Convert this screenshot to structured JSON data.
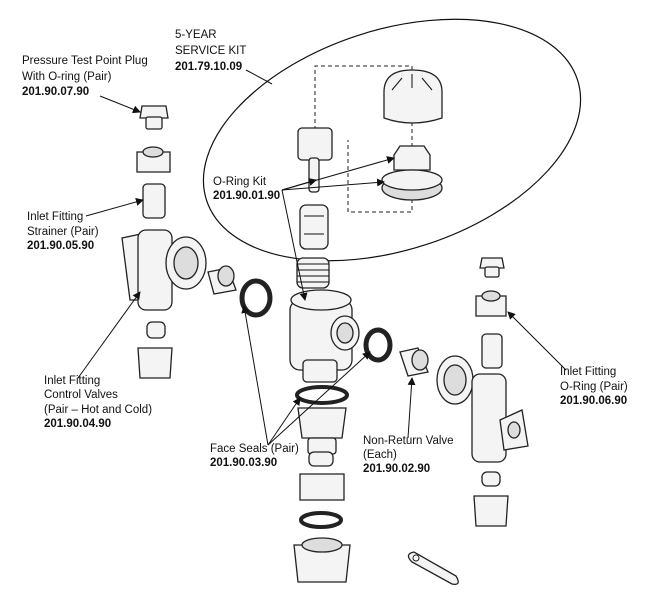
{
  "labels": {
    "service_kit": {
      "line1": "5-YEAR",
      "line2": "SERVICE KIT",
      "code": "201.79.10.09"
    },
    "pressure_plug": {
      "line1": "Pressure Test Point Plug",
      "line2": "With O-ring (Pair)",
      "code": "201.90.07.90"
    },
    "oring_kit": {
      "line1": "O-Ring Kit",
      "code": "201.90.01.90"
    },
    "strainer": {
      "line1": "Inlet Fitting",
      "line2": "Strainer (Pair)",
      "code": "201.90.05.90"
    },
    "control_valves": {
      "line1": "Inlet Fitting",
      "line2": "Control Valves",
      "line3": "(Pair – Hot and Cold)",
      "code": "201.90.04.90"
    },
    "face_seals": {
      "line1": "Face Seals (Pair)",
      "code": "201.90.03.90"
    },
    "non_return": {
      "line1": "Non-Return Valve",
      "line2": "(Each)",
      "code": "201.90.02.90"
    },
    "inlet_oring": {
      "line1": "Inlet Fitting",
      "line2": "O-Ring (Pair)",
      "code": "201.90.06.90"
    }
  }
}
